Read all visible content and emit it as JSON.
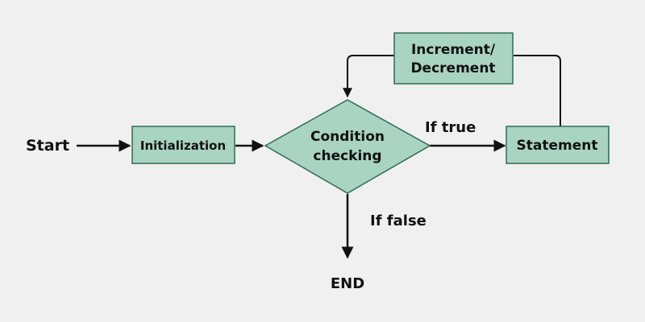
{
  "colors": {
    "background": "#f0f0f0",
    "node_fill": "#a9d4c2",
    "node_stroke": "#2f6b57",
    "edge": "#111111",
    "text": "#111111"
  },
  "labels": {
    "start": "Start",
    "end": "END",
    "if_true": "If true",
    "if_false": "If false"
  },
  "nodes": {
    "initialization": "Initialization",
    "condition_line1": "Condition",
    "condition_line2": "checking",
    "statement": "Statement",
    "increment_line1": "Increment/",
    "increment_line2": "Decrement"
  }
}
